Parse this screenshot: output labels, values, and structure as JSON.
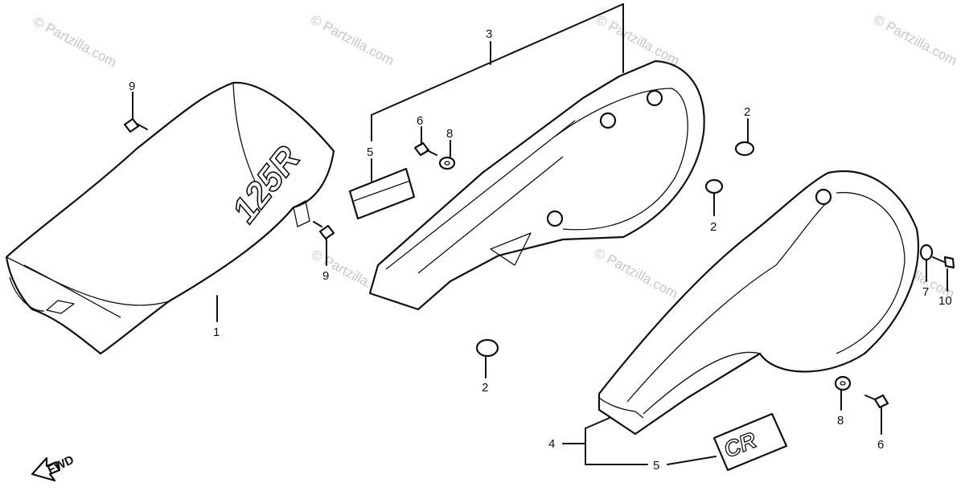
{
  "watermark": "© Partzilla.com",
  "labels": {
    "l1": "1",
    "l2a": "2",
    "l2b": "2",
    "l2c": "2",
    "l3": "3",
    "l4": "4",
    "l5a": "5",
    "l5b": "5",
    "l6a": "6",
    "l6b": "6",
    "l7": "7",
    "l8a": "8",
    "l8b": "8",
    "l9a": "9",
    "l9b": "9",
    "l10": "10"
  },
  "seat_logo": "125R",
  "emblem_text": "CR",
  "fwd_label": "FWD"
}
